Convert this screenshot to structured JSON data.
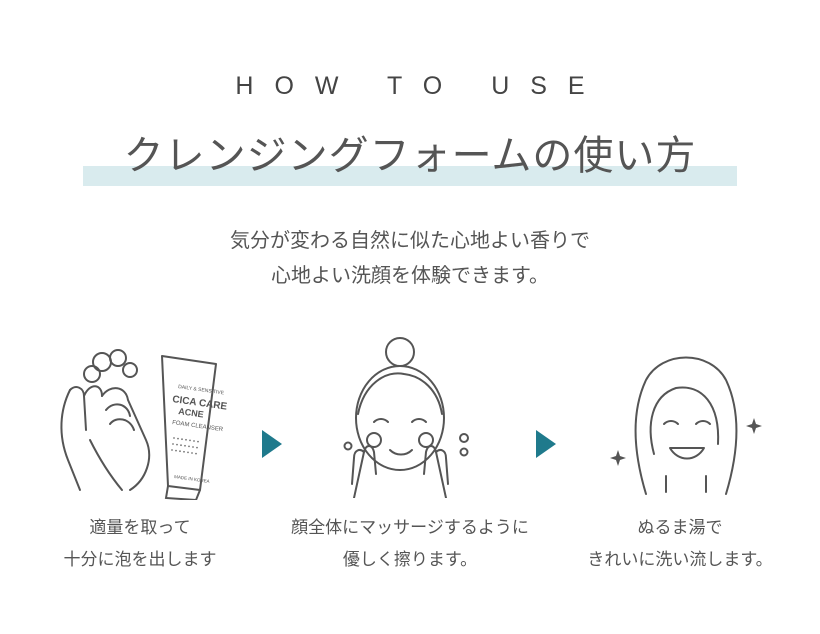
{
  "header": {
    "eyebrow": "HOW TO USE",
    "title": "クレンジングフォームの使い方",
    "lead_line1": "気分が変わる自然に似た心地よい香りで",
    "lead_line2": "心地よい洗顔を体験できます。"
  },
  "product": {
    "label_small": "DAILY & SENSITIVE",
    "label_brand": "CICA CARE",
    "label_sub": "ACNE",
    "label_type": "FOAM CLEANSER",
    "label_origin": "MADE IN KOREA"
  },
  "steps": [
    {
      "line1": "適量を取って",
      "line2": "十分に泡を出します"
    },
    {
      "line1": "顔全体にマッサージするように",
      "line2": "優しく擦ります。"
    },
    {
      "line1": "ぬるま湯で",
      "line2": "きれいに洗い流します。"
    }
  ],
  "colors": {
    "accent": "#1f7a8c",
    "highlight": "#d9ebee",
    "text": "#555555"
  },
  "icons": [
    "hands-foam-icon",
    "cleanser-tube-icon",
    "massage-face-icon",
    "clean-face-icon",
    "sparkle-icon",
    "arrow-right-icon"
  ]
}
